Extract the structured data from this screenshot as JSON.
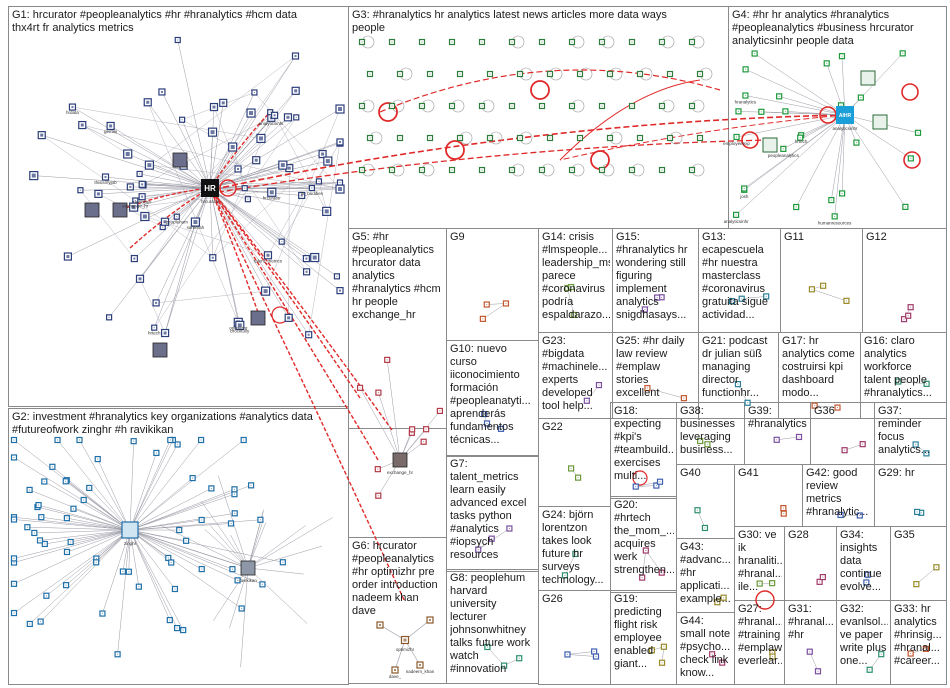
{
  "groups": [
    {
      "id": "G1",
      "lines": [
        "G1: hrcurator #peopleanalytics #hr #hranalytics #hcm data",
        "thx4rt fr analytics metrics"
      ]
    },
    {
      "id": "G2",
      "lines": [
        "G2: investment #hranalytics key organizations #analytics data",
        "#futureofwork zinghr #h ravikikan"
      ]
    },
    {
      "id": "G3",
      "lines": [
        "G3: #hranalytics hr analytics latest news articles more data ways",
        "people"
      ]
    },
    {
      "id": "G4",
      "lines": [
        "G4: #hr hr analytics #hranalytics",
        "#peopleanalytics #business hrcurator",
        "analyticsinhr people data"
      ]
    },
    {
      "id": "G5",
      "lines": [
        "G5: #hr",
        "#peopleanalytics",
        "hrcurator data",
        "analytics",
        "#hranalytics #hcm",
        "hr people",
        "exchange_hr"
      ]
    },
    {
      "id": "G6",
      "lines": [
        "G6: hrcurator",
        "#peopleanalytics",
        "#hr optimizhr pre",
        "order introduction",
        "nadeem khan",
        "dave"
      ]
    },
    {
      "id": "G7",
      "lines": [
        "G7:",
        "talent_metrics",
        "learn easily",
        "advanced excel",
        "tasks python",
        "#analytics",
        "#iopsych",
        "resources"
      ]
    },
    {
      "id": "G8",
      "lines": [
        "G8: peoplehum",
        "harvard",
        "university",
        "lecturer",
        "johnsonwhitney",
        "talks future work",
        "watch",
        "#innovation"
      ]
    },
    {
      "id": "G9",
      "lines": [
        "G9"
      ]
    },
    {
      "id": "G10",
      "lines": [
        "G10: nuevo",
        "curso",
        "iiconocimiento",
        "formación",
        "#peopleanatyti...",
        "aprenderás",
        "fundamentos",
        "técnicas..."
      ]
    },
    {
      "id": "G11",
      "lines": [
        "G11"
      ]
    },
    {
      "id": "G12",
      "lines": [
        "G12"
      ]
    },
    {
      "id": "G13",
      "lines": [
        "G13:",
        "ecapescuela",
        "#hr nuestra",
        "masterclass",
        "#coronavirus",
        "gratuita sigue",
        "actividad..."
      ]
    },
    {
      "id": "G14",
      "lines": [
        "G14: crisis",
        "#lmspeople...",
        "leadership_ms",
        "parece",
        "#coronavirus",
        "podría",
        "espaldarazo..."
      ]
    },
    {
      "id": "G15",
      "lines": [
        "G15:",
        "#hranalytics hr",
        "wondering still",
        "figuring",
        "implement",
        "analytics",
        "snigdhasays..."
      ]
    },
    {
      "id": "G16",
      "lines": [
        "G16: claro",
        "analytics",
        "workforce",
        "talent people",
        "#hranalytics..."
      ]
    },
    {
      "id": "G17",
      "lines": [
        "G17: hr",
        "analytics come",
        "costruirsi kpi",
        "dashboard",
        "modo..."
      ]
    },
    {
      "id": "G18",
      "lines": [
        "G18:",
        "expecting",
        "#kpi's",
        "#teambuild...",
        "exercises",
        "multi..."
      ]
    },
    {
      "id": "G19",
      "lines": [
        "G19:",
        "predicting",
        "flight risk",
        "employee",
        "enabled",
        "giant..."
      ]
    },
    {
      "id": "G20",
      "lines": [
        "G20:",
        "#hrtech",
        "the_mom_...",
        "acquires",
        "werk",
        "strengthen..."
      ]
    },
    {
      "id": "G21",
      "lines": [
        "G21: podcast",
        "dr julian süß",
        "managing",
        "director",
        "functionhr..."
      ]
    },
    {
      "id": "G22",
      "lines": [
        "G22"
      ]
    },
    {
      "id": "G23",
      "lines": [
        "G23:",
        "#bigdata",
        "#machinele...",
        "experts",
        "developed",
        "tool help..."
      ]
    },
    {
      "id": "G24",
      "lines": [
        "G24: björn",
        "lorentzon",
        "takes look",
        "future hr",
        "surveys",
        "technology..."
      ]
    },
    {
      "id": "G25",
      "lines": [
        "G25: #hr daily",
        "law review",
        "#emplaw",
        "stories",
        "excellent"
      ]
    },
    {
      "id": "G26",
      "lines": [
        "G26"
      ]
    },
    {
      "id": "G27",
      "lines": [
        "G27:",
        "#hranal...",
        "#training",
        "#emplaw",
        "everlear..."
      ]
    },
    {
      "id": "G28",
      "lines": [
        "G28"
      ]
    },
    {
      "id": "G29",
      "lines": [
        "G29: hr"
      ]
    },
    {
      "id": "G30",
      "lines": [
        "G30: ve",
        "ik",
        "hranaliti...",
        "#hranal...",
        "ile..."
      ]
    },
    {
      "id": "G31",
      "lines": [
        "G31:",
        "#hranal...",
        "#hr"
      ]
    },
    {
      "id": "G32",
      "lines": [
        "G32:",
        "evanlsol...",
        "ve paper",
        "write plus",
        "one..."
      ]
    },
    {
      "id": "G33",
      "lines": [
        "G33: hr",
        "analytics",
        "#hrinsig...",
        "#hranal...",
        "#career..."
      ]
    },
    {
      "id": "G34",
      "lines": [
        "G34:",
        "insights",
        "data",
        "continue",
        "evolve..."
      ]
    },
    {
      "id": "G35",
      "lines": [
        "G35"
      ]
    },
    {
      "id": "G36",
      "lines": [
        "G36"
      ]
    },
    {
      "id": "G37",
      "lines": [
        "G37:",
        "reminder",
        "focus",
        "analytics..."
      ]
    },
    {
      "id": "G38",
      "lines": [
        "G38:",
        "businesses",
        "leveraging",
        "business..."
      ]
    },
    {
      "id": "G39",
      "lines": [
        "G39:",
        "#hranalytics"
      ]
    },
    {
      "id": "G40",
      "lines": [
        "G40"
      ]
    },
    {
      "id": "G41",
      "lines": [
        "G41"
      ]
    },
    {
      "id": "G42",
      "lines": [
        "G42: good",
        "review",
        "metrics",
        "#hranalytic..."
      ]
    },
    {
      "id": "G43",
      "lines": [
        "G43:",
        "#advanc...",
        "#hr",
        "applicati...",
        "example..."
      ]
    },
    {
      "id": "G44",
      "lines": [
        "G44:",
        "small note",
        "#psycho...",
        "check link",
        "know..."
      ]
    }
  ],
  "hub_nodes": [
    {
      "id": "G1-hub",
      "label": "HR",
      "caption": "hrcurator"
    },
    {
      "id": "G4-hub",
      "label": "AIHR",
      "caption": "analyticsinhr"
    }
  ],
  "node_captions": {
    "G1": [
      "hr_buddies",
      "samerah",
      "analyticsinhr",
      "thisismyjob",
      "exchange_hr",
      "optimizhr",
      "talent_metrics",
      "hrdata",
      "peoplehum",
      "brocktully",
      "gemini",
      "ravikikan",
      "hrtech",
      "hrcurator"
    ],
    "G2": [
      "zinghr",
      "ravikikan"
    ],
    "G4": [
      "analyticsinhr",
      "hranalytics",
      "peopleanalytics",
      "humanresources",
      "employeeexp",
      "hrtech",
      "josh"
    ],
    "G5": [
      "exchange_hr"
    ],
    "G6": [
      "optimizhr",
      "nadeem_khan",
      "dave_"
    ]
  },
  "colors": {
    "panel_border": "#8a8a8a",
    "edge_gray": "#9a9aa6",
    "edge_red": "#e02a2a",
    "g1_node": "#2c3e7a",
    "g2_node": "#1f6fa8",
    "g3_node": "#2e7d3a",
    "g4_node": "#1e9a3c",
    "g5_node": "#b23a48",
    "g6_node": "#8a5a2b",
    "hub_fill": "#111111",
    "aihr_fill": "#1a9fd8"
  }
}
